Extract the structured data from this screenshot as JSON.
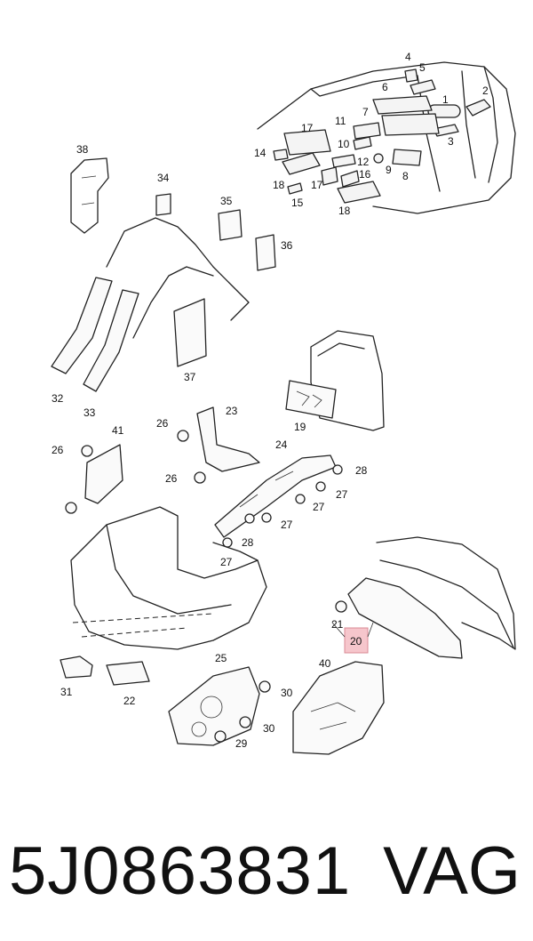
{
  "callouts": {
    "c1": "1",
    "c2": "2",
    "c3": "3",
    "c4": "4",
    "c5": "5",
    "c6": "6",
    "c7": "7",
    "c8": "8",
    "c9": "9",
    "c10": "10",
    "c11": "11",
    "c12": "12",
    "c14": "14",
    "c15": "15",
    "c16": "16",
    "c17a": "17",
    "c17b": "17",
    "c18a": "18",
    "c18b": "18",
    "c19": "19",
    "c20": "20",
    "c21": "21",
    "c22": "22",
    "c23": "23",
    "c24": "24",
    "c25": "25",
    "c26a": "26",
    "c26b": "26",
    "c26c": "26",
    "c27a": "27",
    "c27b": "27",
    "c27c": "27",
    "c27d": "27",
    "c28a": "28",
    "c28b": "28",
    "c29": "29",
    "c30a": "30",
    "c30b": "30",
    "c31": "31",
    "c32": "32",
    "c33": "33",
    "c34": "34",
    "c35": "35",
    "c36": "36",
    "c37": "37",
    "c38": "38",
    "c40": "40",
    "c41": "41"
  },
  "highlight_color": "#f6c6cc",
  "footer": {
    "part_number": "5J0863831",
    "brand": "VAG"
  }
}
